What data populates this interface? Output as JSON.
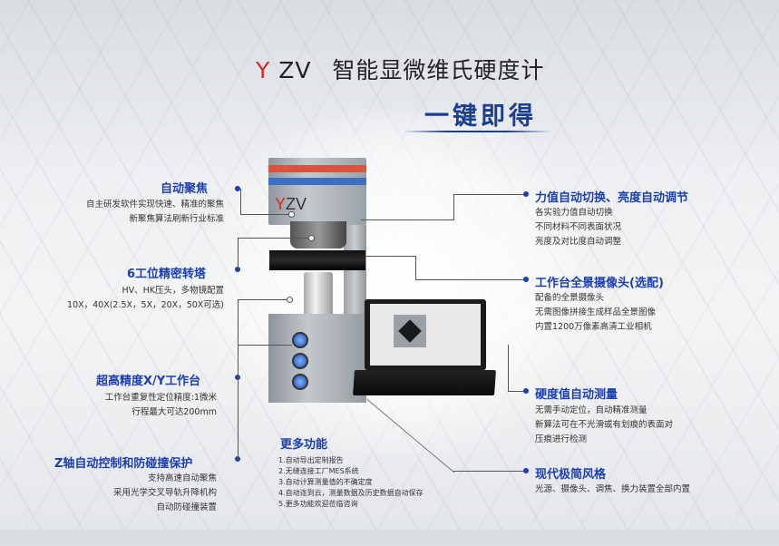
{
  "header": {
    "brand_y": "Y",
    "brand_zv": "ZV",
    "title": "智能显微维氏硬度计",
    "subtitle": "一键即得"
  },
  "machine": {
    "brand_y": "Y",
    "brand_zv": "ZV"
  },
  "features_left": [
    {
      "title": "自动聚焦",
      "lines": [
        "自主研发软件实现快速、精准的聚焦",
        "新聚焦算法刷新行业标准"
      ]
    },
    {
      "title": "6工位精密转塔",
      "lines": [
        "HV、HK压头，多物镜配置",
        "10X，40X(2.5X，5X，20X，50X可选)"
      ]
    },
    {
      "title": "超高精度X/Y工作台",
      "lines": [
        "工作台重复性定位精度:1微米",
        "行程最大可达200mm"
      ]
    },
    {
      "title": "Z轴自动控制和防碰撞保护",
      "lines": [
        "支持高速自动聚焦",
        "采用光学交叉导轨升降机构",
        "自动防碰撞装置"
      ]
    }
  ],
  "features_right": [
    {
      "title": "力值自动切换、亮度自动调节",
      "lines": [
        "各实验力值自动切换",
        "不同材料不同表面状况",
        "亮度及对比度自动调整"
      ]
    },
    {
      "title": "工作台全景摄像头(选配)",
      "lines": [
        "配备的全景摄像头",
        "无需图像拼接生成样品全景图像",
        "内置1200万像素高清工业相机"
      ]
    },
    {
      "title": "硬度值自动测量",
      "lines": [
        "无需手动定位，自动精准测量",
        "新算法可在不光滑或有划痕的表面对",
        "压痕进行检测"
      ]
    },
    {
      "title": "现代极简风格",
      "lines": [
        "光源、摄像头、调焦、换力装置全部内置"
      ]
    }
  ],
  "more": {
    "title": "更多功能",
    "items": [
      "1.自动导出定制报告",
      "2.无缝连接工厂MES系统",
      "3.自动计算测量值的不确定度",
      "4.自动连到云，测量数据及历史数据自动保存",
      "5.更多功能欢迎莅临咨询"
    ]
  },
  "colors": {
    "accent_blue": "#1c3fb0",
    "brand_red": "#d62828",
    "stripe_red": "#d9533f",
    "stripe_blue": "#3a6fc4"
  }
}
